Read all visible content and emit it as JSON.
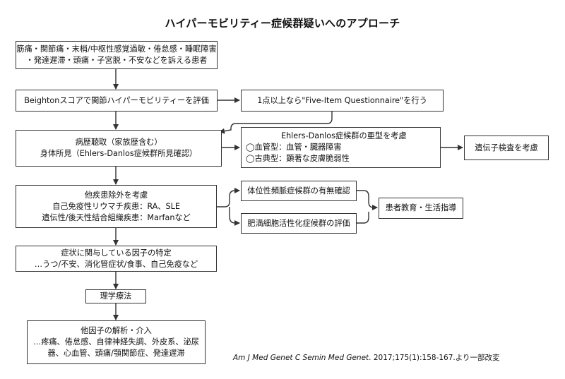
{
  "title": "ハイパーモビリティー症候群疑いへのアプローチ",
  "nodes": {
    "symptoms": [
      "筋痛・関節痛・末梢/中枢性感覚過敏・倦怠感・睡眠障害",
      "・発達遅滞・頭痛・子宮脱・不安などを訴える患者"
    ],
    "beighton": [
      "Beightonスコアで関節ハイパーモビリティーを評価"
    ],
    "five_item": [
      "1点以上なら\"Five-Item Questionnaire\"を行う"
    ],
    "history": [
      "病歴聴取（家族歴含む）",
      "身体所見（Ehlers-Danlos症候群所見確認）"
    ],
    "eds_subtype": [
      "Ehlers-Danlos症候群の亜型を考慮",
      "◯血管型：血管・臓器障害",
      "◯古典型：顕著な皮膚脆弱性"
    ],
    "genetic": [
      "遺伝子検査を考慮"
    ],
    "exclusion": [
      "他疾患除外を考慮",
      "自己免疫性リウマチ疾患：RA、SLE",
      "遺伝性/後天性結合組織疾患：Marfanなど"
    ],
    "pots": [
      "体位性頻脈症候群の有無確認"
    ],
    "mast_cell": [
      "肥満細胞活性化症候群の評価"
    ],
    "education": [
      "患者教育・生活指導"
    ],
    "factors": [
      "症状に関与している因子の特定",
      "…うつ/不安、消化管症状/食事、自己免疫など"
    ],
    "pt": [
      "理学療法"
    ],
    "analysis": [
      "他因子の解析・介入",
      "…疼痛、倦怠感、自律神経失調、外皮系、泌尿",
      "器、心血管、頭痛/顎関節症、発達遅滞"
    ]
  },
  "citation": {
    "journal": "Am J Med Genet C Semin Med Genet",
    "rest": ". 2017;175(1):158-167.より一部改変"
  }
}
